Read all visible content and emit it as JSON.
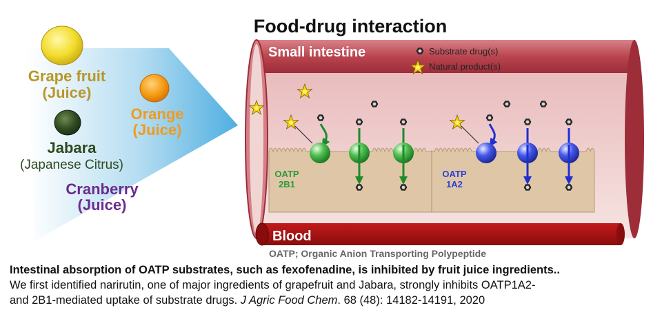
{
  "title": "Food-drug interaction",
  "fruits": {
    "grape": {
      "name": "Grape fruit",
      "sub": "(Juice)",
      "color": "#b8972a"
    },
    "orange": {
      "name": "Orange",
      "sub": "(Juice)",
      "color": "#f29a1c"
    },
    "jabara": {
      "name": "Jabara",
      "sub": "(Japanese Citrus)",
      "color": "#2d4a20"
    },
    "cranberry": {
      "name": "Cranberry",
      "sub": "(Juice)",
      "color": "#6a2c8f"
    }
  },
  "intestine": {
    "top_label": "Small intestine",
    "bottom_label": "Blood",
    "color": "#b5434f"
  },
  "legend": {
    "substrate": "Substrate drug(s)",
    "natural": "Natural product(s)"
  },
  "transporters": {
    "left": {
      "line1": "OATP",
      "line2": "2B1",
      "color": "#2a9a3a"
    },
    "right": {
      "line1": "OATP",
      "line2": "1A2",
      "color": "#2c3fd6"
    }
  },
  "abbreviation": "OATP; Organic Anion Transporting Polypeptide",
  "caption": {
    "bold": "Intestinal absorption of OATP substrates, such as fexofenadine, is inhibited by fruit juice ingredients..",
    "line2": "We first identified narirutin, one of major ingredients of grapefruit and Jabara, strongly inhibits OATP1A2-",
    "line3_pre": "and 2B1-mediated uptake of substrate drugs.  ",
    "journal": "J Agric Food Chem",
    "line3_post": ". 68 (48): 14182-14191, 2020"
  }
}
